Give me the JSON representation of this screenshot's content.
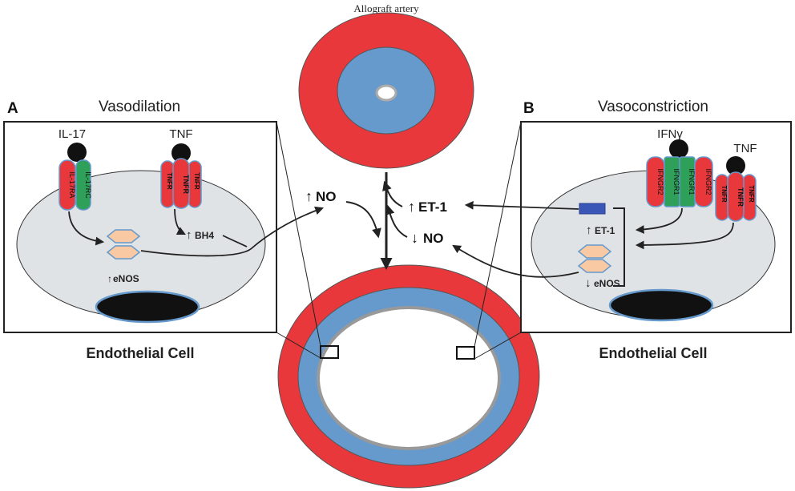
{
  "title": "Allograft artery",
  "colors": {
    "adventitia": "#e8383b",
    "media": "#6699cc",
    "lumen": "#ffffff",
    "cell": "#e0e3e5",
    "nucleus": "#111111",
    "receptor_red": "#e8383b",
    "receptor_green": "#2fa05a",
    "enos": "#f9c9a3",
    "et1_box": "#3a57b8"
  },
  "panel_a": {
    "letter": "A",
    "heading": "Vasodilation",
    "ligand_1": "IL-17",
    "ligand_2": "TNF",
    "receptor_1a": "IL-17RA",
    "receptor_1b": "IL-17RC",
    "receptor_2a": "TNFR",
    "receptor_2b": "TNFR",
    "receptor_2c": "TNFR",
    "bh4_label": "BH4",
    "enos_label": "eNOS",
    "caption": "Endothelial Cell"
  },
  "panel_b": {
    "letter": "B",
    "heading": "Vasoconstriction",
    "ligand_1": "IFNγ",
    "ligand_2": "TNF",
    "receptor_1a": "IFNGR2",
    "receptor_1b": "IFNGR1",
    "receptor_1c": "IFNGR1",
    "receptor_1d": "IFNGR2",
    "receptor_2a": "TNFR",
    "receptor_2b": "TNFR",
    "receptor_2c": "TNFR",
    "et1_label": "ET-1",
    "enos_label": "eNOS",
    "caption": "Endothelial Cell"
  },
  "center": {
    "no_up": "NO",
    "et1_up": "ET-1",
    "no_down": "NO"
  }
}
